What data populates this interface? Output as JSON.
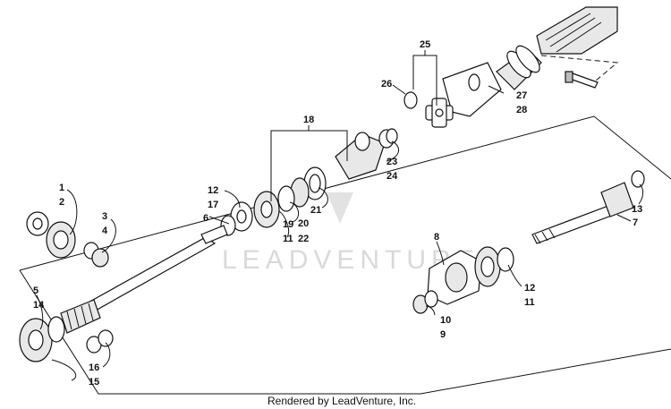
{
  "watermark": "LEADVENTURE",
  "footer": "Rendered by LeadVenture, Inc.",
  "callouts": {
    "c1": "1",
    "c2": "2",
    "c3": "3",
    "c4": "4",
    "c5": "5",
    "c6": "6",
    "c7": "7",
    "c8": "8",
    "c9": "9",
    "c10": "10",
    "c11a": "11",
    "c11b": "11",
    "c12a": "12",
    "c12b": "12",
    "c13": "13",
    "c14": "14",
    "c15": "15",
    "c16": "16",
    "c17": "17",
    "c18": "18",
    "c19": "19",
    "c20": "20",
    "c21": "21",
    "c22": "22",
    "c23": "23",
    "c24": "24",
    "c25": "25",
    "c26": "26",
    "c27": "27",
    "c28": "28"
  }
}
